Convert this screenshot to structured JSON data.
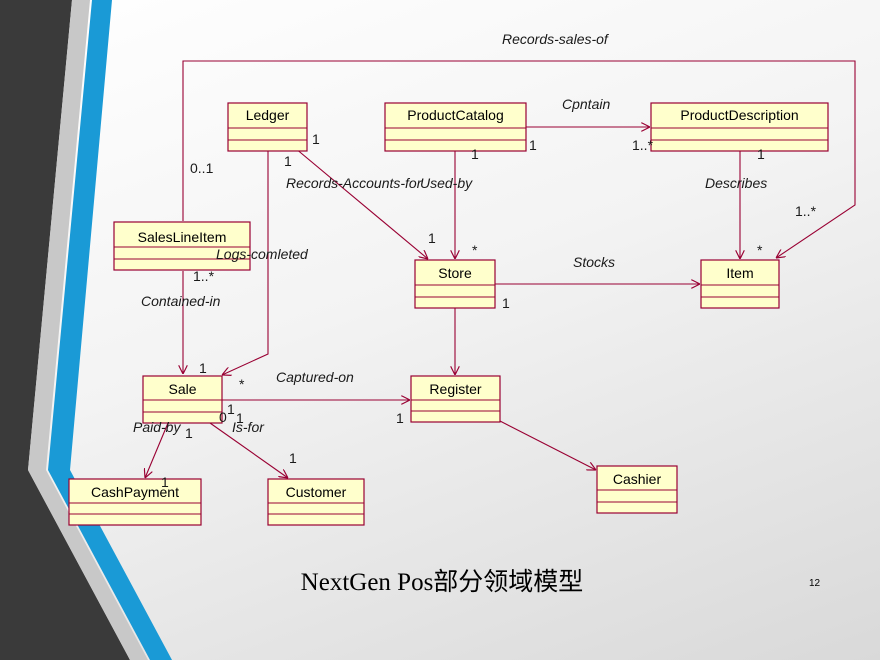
{
  "slide": {
    "title": "NextGen Pos部分领域模型",
    "page_number": "12"
  },
  "classes": {
    "ledger": "Ledger",
    "product_catalog": "ProductCatalog",
    "product_description": "ProductDescription",
    "sales_line_item": "SalesLineItem",
    "store": "Store",
    "item": "Item",
    "sale": "Sale",
    "register": "Register",
    "cash_payment": "CashPayment",
    "customer": "Customer",
    "cashier": "Cashier"
  },
  "associations": {
    "records_sales_of": "Records-sales-of",
    "cpntain": "Cpntain",
    "records_accounts_for": "Records-Accounts-for",
    "used_by": "Used-by",
    "describes": "Describes",
    "logs_completed": "Logs-comleted",
    "stocks": "Stocks",
    "contained_in": "Contained-in",
    "captured_on": "Captured-on",
    "paid_by": "Paid-by",
    "is_for": "Is-for"
  },
  "multiplicities": {
    "ledger_right": "1",
    "ledger_bottom": "1",
    "catalog_bottom": "1",
    "catalog_right": "1",
    "desc_left": "1..*",
    "desc_bottom": "1",
    "sli_top": "0..1",
    "sli_bottom": "1..*",
    "store_top_left": "1",
    "store_top_right": "*",
    "store_bottom_right": "1",
    "item_top": "*",
    "item_far": "1..*",
    "sale_top": "1",
    "sale_right": "*",
    "sale_right_b": "1",
    "sale_bottom_a": "0",
    "sale_bottom_b": "1",
    "sale_bottom_left": "1",
    "register_left": "1",
    "cashpay_top": "1",
    "customer_top": "1"
  },
  "colors": {
    "box_fill": "#ffffcc",
    "box_stroke": "#990033",
    "line": "#990033",
    "stripe_dark": "#3a3a3a",
    "stripe_blue": "#1a9ad6"
  }
}
